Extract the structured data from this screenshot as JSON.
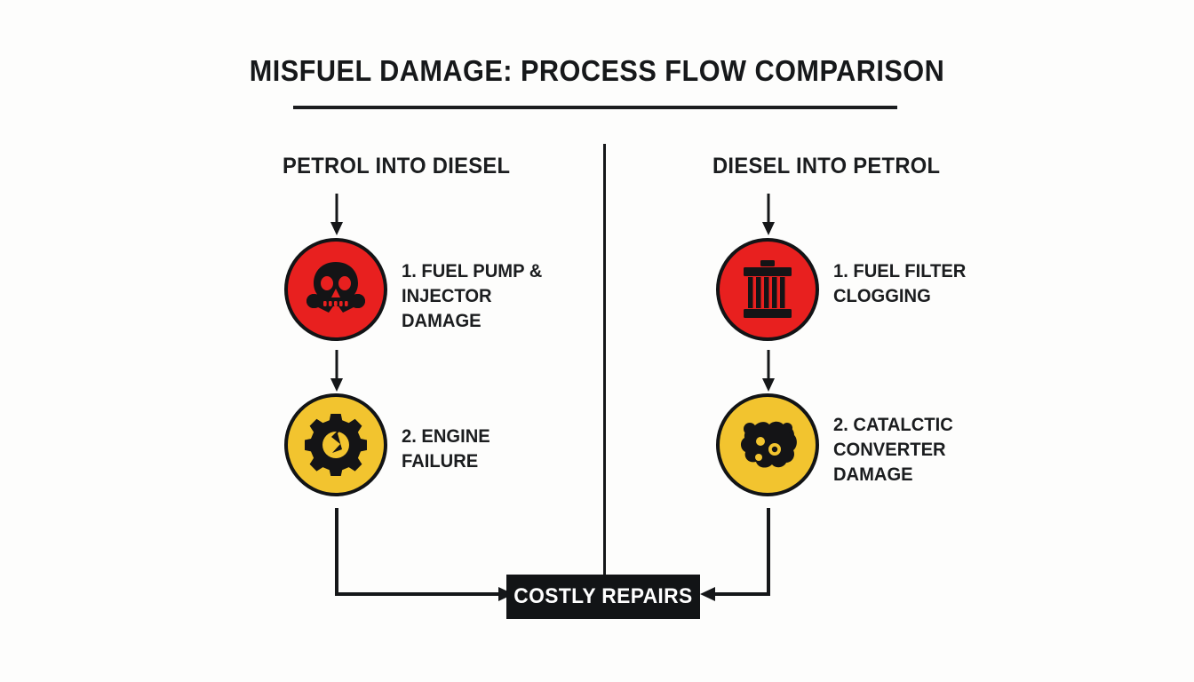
{
  "title": "MISFUEL DAMAGE: PROCESS FLOW COMPARISON",
  "colors": {
    "background": "#fdfdfc",
    "ink": "#1b1d1f",
    "danger_red": "#e8201f",
    "warning_yellow": "#f2c42f",
    "box_fill": "#121416",
    "box_text": "#ffffff"
  },
  "columns": [
    {
      "heading": "PETROL INTO DIESEL",
      "steps": [
        {
          "label": "1. FUEL PUMP &\nINJECTOR\nDAMAGE",
          "icon": "skull-and-crossbones-icon",
          "circle_color": "#e8201f"
        },
        {
          "label": "2. ENGINE\nFAILURE",
          "icon": "broken-gear-icon",
          "circle_color": "#f2c42f"
        }
      ]
    },
    {
      "heading": "DIESEL INTO PETROL",
      "steps": [
        {
          "label": "1. FUEL FILTER\nCLOGGING",
          "icon": "fuel-filter-icon",
          "circle_color": "#e8201f"
        },
        {
          "label": "2. CATALCTIC\nCONVERTER\nDAMAGE",
          "icon": "sludge-splatter-icon",
          "circle_color": "#f2c42f"
        }
      ]
    }
  ],
  "outcome": {
    "label": "COSTLY REPAIRS"
  }
}
